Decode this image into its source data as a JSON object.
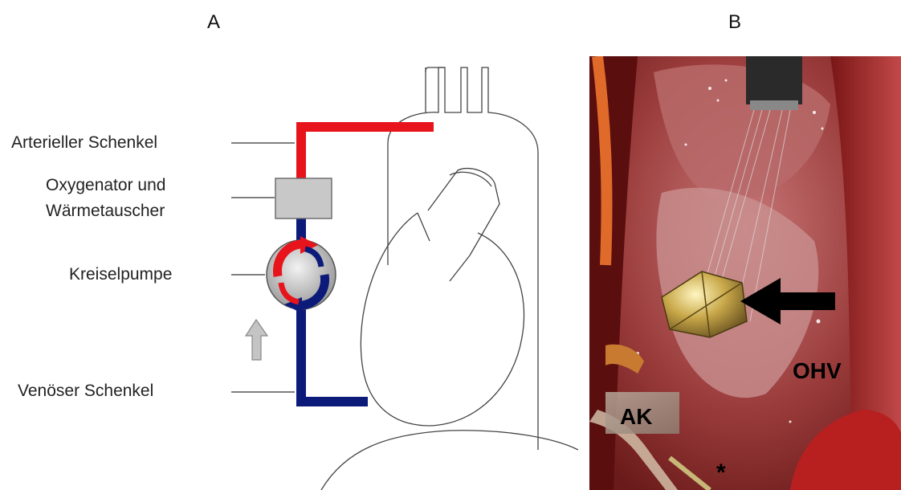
{
  "panel_a": {
    "letter": "A",
    "labels": {
      "arterial": "Arterieller Schenkel",
      "oxy_line1": "Oxygenator und",
      "oxy_line2": "Wärmetauscher",
      "pump": "Kreiselpumpe",
      "venous": "Venöser Schenkel"
    },
    "colors": {
      "arterial": "#e8141c",
      "venous": "#0c1a7a",
      "oxygenator": "#c8c8c8",
      "flow_arrow": "#c0c0c0"
    }
  },
  "panel_b": {
    "letter": "B",
    "labels": {
      "ak": "AK",
      "ohv": "OHV",
      "asterisk": "*"
    }
  }
}
